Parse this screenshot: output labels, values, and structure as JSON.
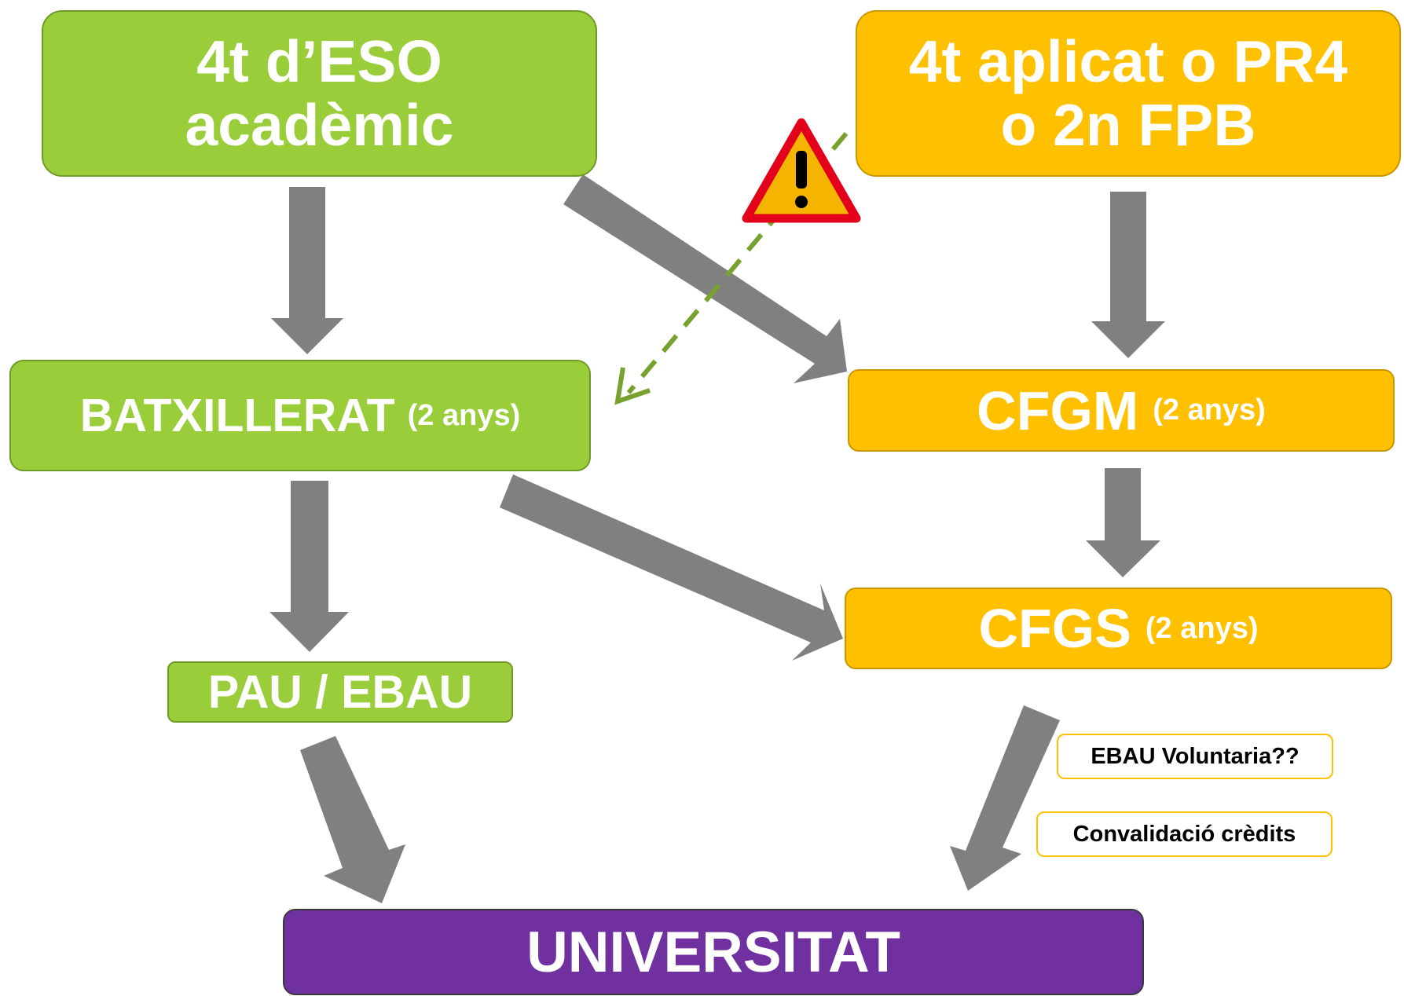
{
  "nodes": {
    "eso": {
      "line1": "4t d’ESO",
      "line2": "acadèmic"
    },
    "aplicat": {
      "line1": "4t aplicat o PR4",
      "line2": "o 2n FPB"
    },
    "batxillerat": {
      "label": "BATXILLERAT",
      "detail": "(2 anys)"
    },
    "cfgm": {
      "label": "CFGM",
      "detail": "(2 anys)"
    },
    "cfgs": {
      "label": "CFGS",
      "detail": "(2 anys)"
    },
    "pau": {
      "label": "PAU / EBAU"
    },
    "universitat": {
      "label": "UNIVERSITAT"
    }
  },
  "notes": {
    "ebau": "EBAU Voluntaria??",
    "convalidacio": "Convalidació crèdits"
  },
  "icons": {
    "warning": "warning-triangle-icon"
  },
  "colors": {
    "green": "#9acd3a",
    "orange": "#ffc000",
    "purple": "#7030a0",
    "arrow": "#808080",
    "dashed_arrow": "#78a22f",
    "warning_border": "#e3001b"
  }
}
